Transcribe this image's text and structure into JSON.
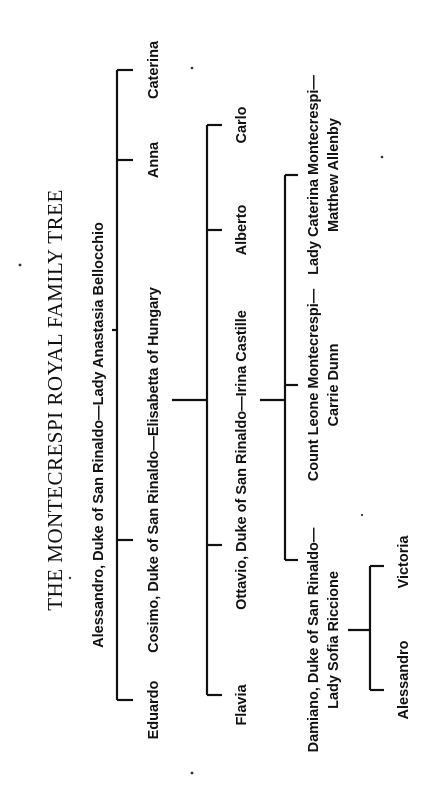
{
  "title": "THE MONTECRESPI ROYAL FAMILY TREE",
  "people": {
    "alessandro_couple": "Alessandro, Duke of San Rinaldo—Lady Anastasia Bellocchio",
    "eduardo": "Eduardo",
    "cosimo_couple": "Cosimo, Duke of San Rinaldo—Elisabetta of Hungary",
    "anna": "Anna",
    "caterina": "Caterina",
    "flavia": "Flavia",
    "ottavio_couple": "Ottavio, Duke of San Rinaldo—Irina Castille",
    "alberto": "Alberto",
    "carlo": "Carlo",
    "damiano_line1": "Damiano, Duke of San Rinaldo—",
    "damiano_line2": "Lady Sofia Riccione",
    "leone_line1": "Count Leone Montecrespi—",
    "leone_line2": "Carrie Dunn",
    "caterina_m_line1": "Lady Caterina Montecrespi—",
    "caterina_m_line2": "Matthew Allenby",
    "alessandro_jr": "Alessandro",
    "victoria": "Victoria"
  }
}
